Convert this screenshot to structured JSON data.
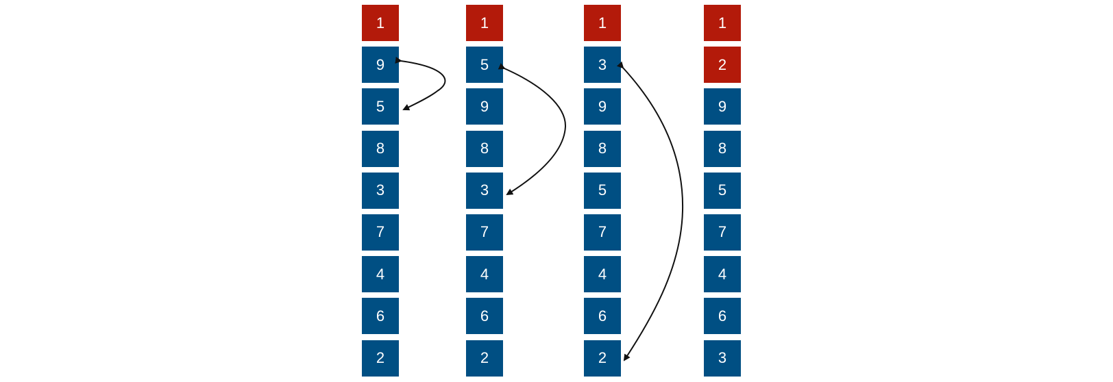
{
  "columns": [
    {
      "cells": [
        {
          "value": "1",
          "state": "sorted"
        },
        {
          "value": "9",
          "state": "unsorted"
        },
        {
          "value": "5",
          "state": "unsorted"
        },
        {
          "value": "8",
          "state": "unsorted"
        },
        {
          "value": "3",
          "state": "unsorted"
        },
        {
          "value": "7",
          "state": "unsorted"
        },
        {
          "value": "4",
          "state": "unsorted"
        },
        {
          "value": "6",
          "state": "unsorted"
        },
        {
          "value": "2",
          "state": "unsorted"
        }
      ]
    },
    {
      "cells": [
        {
          "value": "1",
          "state": "sorted"
        },
        {
          "value": "5",
          "state": "unsorted"
        },
        {
          "value": "9",
          "state": "unsorted"
        },
        {
          "value": "8",
          "state": "unsorted"
        },
        {
          "value": "3",
          "state": "unsorted"
        },
        {
          "value": "7",
          "state": "unsorted"
        },
        {
          "value": "4",
          "state": "unsorted"
        },
        {
          "value": "6",
          "state": "unsorted"
        },
        {
          "value": "2",
          "state": "unsorted"
        }
      ]
    },
    {
      "cells": [
        {
          "value": "1",
          "state": "sorted"
        },
        {
          "value": "3",
          "state": "unsorted"
        },
        {
          "value": "9",
          "state": "unsorted"
        },
        {
          "value": "8",
          "state": "unsorted"
        },
        {
          "value": "5",
          "state": "unsorted"
        },
        {
          "value": "7",
          "state": "unsorted"
        },
        {
          "value": "4",
          "state": "unsorted"
        },
        {
          "value": "6",
          "state": "unsorted"
        },
        {
          "value": "2",
          "state": "unsorted"
        }
      ]
    },
    {
      "cells": [
        {
          "value": "1",
          "state": "sorted"
        },
        {
          "value": "2",
          "state": "sorted"
        },
        {
          "value": "9",
          "state": "unsorted"
        },
        {
          "value": "8",
          "state": "unsorted"
        },
        {
          "value": "5",
          "state": "unsorted"
        },
        {
          "value": "7",
          "state": "unsorted"
        },
        {
          "value": "4",
          "state": "unsorted"
        },
        {
          "value": "6",
          "state": "unsorted"
        },
        {
          "value": "3",
          "state": "unsorted"
        }
      ]
    }
  ],
  "swaps": [
    {
      "column": 0,
      "from_index": 1,
      "to_index": 2
    },
    {
      "column": 1,
      "from_index": 1,
      "to_index": 4
    },
    {
      "column": 2,
      "from_index": 1,
      "to_index": 8
    }
  ],
  "colors": {
    "sorted": "#b31a0a",
    "unsorted": "#004f83",
    "text": "#ffffff",
    "arrow": "#111111"
  }
}
